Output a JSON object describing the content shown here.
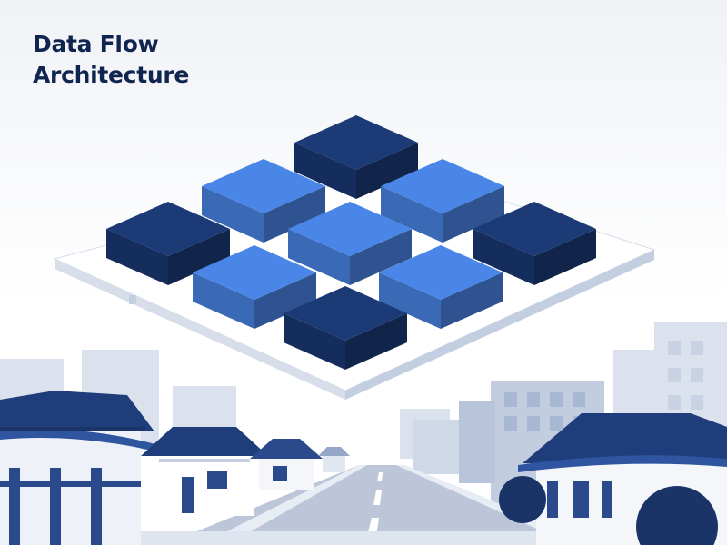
{
  "title": {
    "line1": "Data Flow",
    "line2": "Architecture"
  },
  "colors": {
    "title": "#0f2550",
    "block_dark": "#1b3a76",
    "block_light": "#4a86e8",
    "platform": "#ffffff",
    "platform_edge": "#c5d0e3",
    "building": "#c9d3e3",
    "roof": "#2a4a8c",
    "road": "#b8c3d6",
    "road_marking": "#ffffff"
  },
  "icons": {
    "blocks": "isometric-block-grid",
    "scene": "city-street-skyline"
  }
}
